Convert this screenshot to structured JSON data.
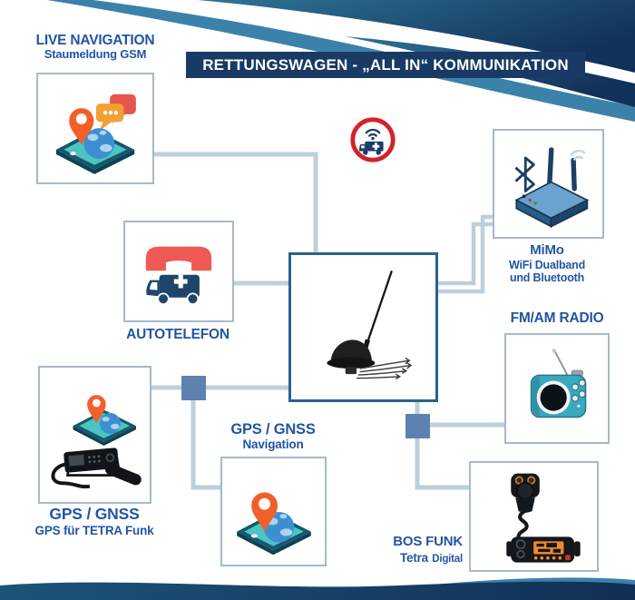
{
  "banner": {
    "title": "RETTUNGSWAGEN - „ALL IN“ KOMMUNIKATION"
  },
  "badge": {
    "icon": "ambulance-wifi-badge-icon"
  },
  "nodes": {
    "live_navigation": {
      "title": "LIVE NAVIGATION",
      "subtitle": "Staumeldung GSM",
      "icon": "tablet-globe-pin-chat-icon"
    },
    "autotelefon": {
      "title": "AUTOTELEFON",
      "icon": "handset-ambulance-icon"
    },
    "gps_tetra": {
      "title": "GPS / GNSS",
      "subtitle": "GPS für TETRA Funk",
      "icon": "tablet-pin-tetra-radio-icon"
    },
    "gps_navigation": {
      "title": "GPS / GNSS",
      "subtitle": "Navigation",
      "icon": "tablet-globe-pin-icon"
    },
    "mimo": {
      "title": "MiMo",
      "subtitle": "WiFi Dualband",
      "subtitle2": "und Bluetooth",
      "icon": "wifi-router-bluetooth-icon"
    },
    "fm_am_radio": {
      "title": "FM/AM RADIO",
      "icon": "retro-radio-icon"
    },
    "bos_funk": {
      "title": "BOS FUNK",
      "subtitle": "Tetra",
      "subtitle_small": "Digital",
      "icon": "tetra-digital-radio-icon"
    },
    "antenna": {
      "icon": "roof-antenna-icon"
    }
  },
  "connections": [
    {
      "from": "live-navigation",
      "to": "antenna"
    },
    {
      "from": "autotelefon",
      "to": "antenna"
    },
    {
      "from": "gps-tetra",
      "to": "antenna"
    },
    {
      "from": "junction-left",
      "to": "gps-navigation"
    },
    {
      "from": "antenna",
      "to": "mimo",
      "style": "double-line"
    },
    {
      "from": "junction-bottom",
      "to": "fm-am-radio"
    },
    {
      "from": "junction-bottom",
      "to": "bos-funk"
    }
  ],
  "colors": {
    "banner_navy": "#183a64",
    "label_blue": "#2355a3",
    "connector_line": "#bdcfda",
    "junction_square": "#5d82b0",
    "badge_red": "#d2232a",
    "swoosh_steel": "#3b82aa",
    "swoosh_navy_dark": "#123158",
    "pin_orange": "#f25f28",
    "tablet_teal": "#4cc4c2"
  }
}
